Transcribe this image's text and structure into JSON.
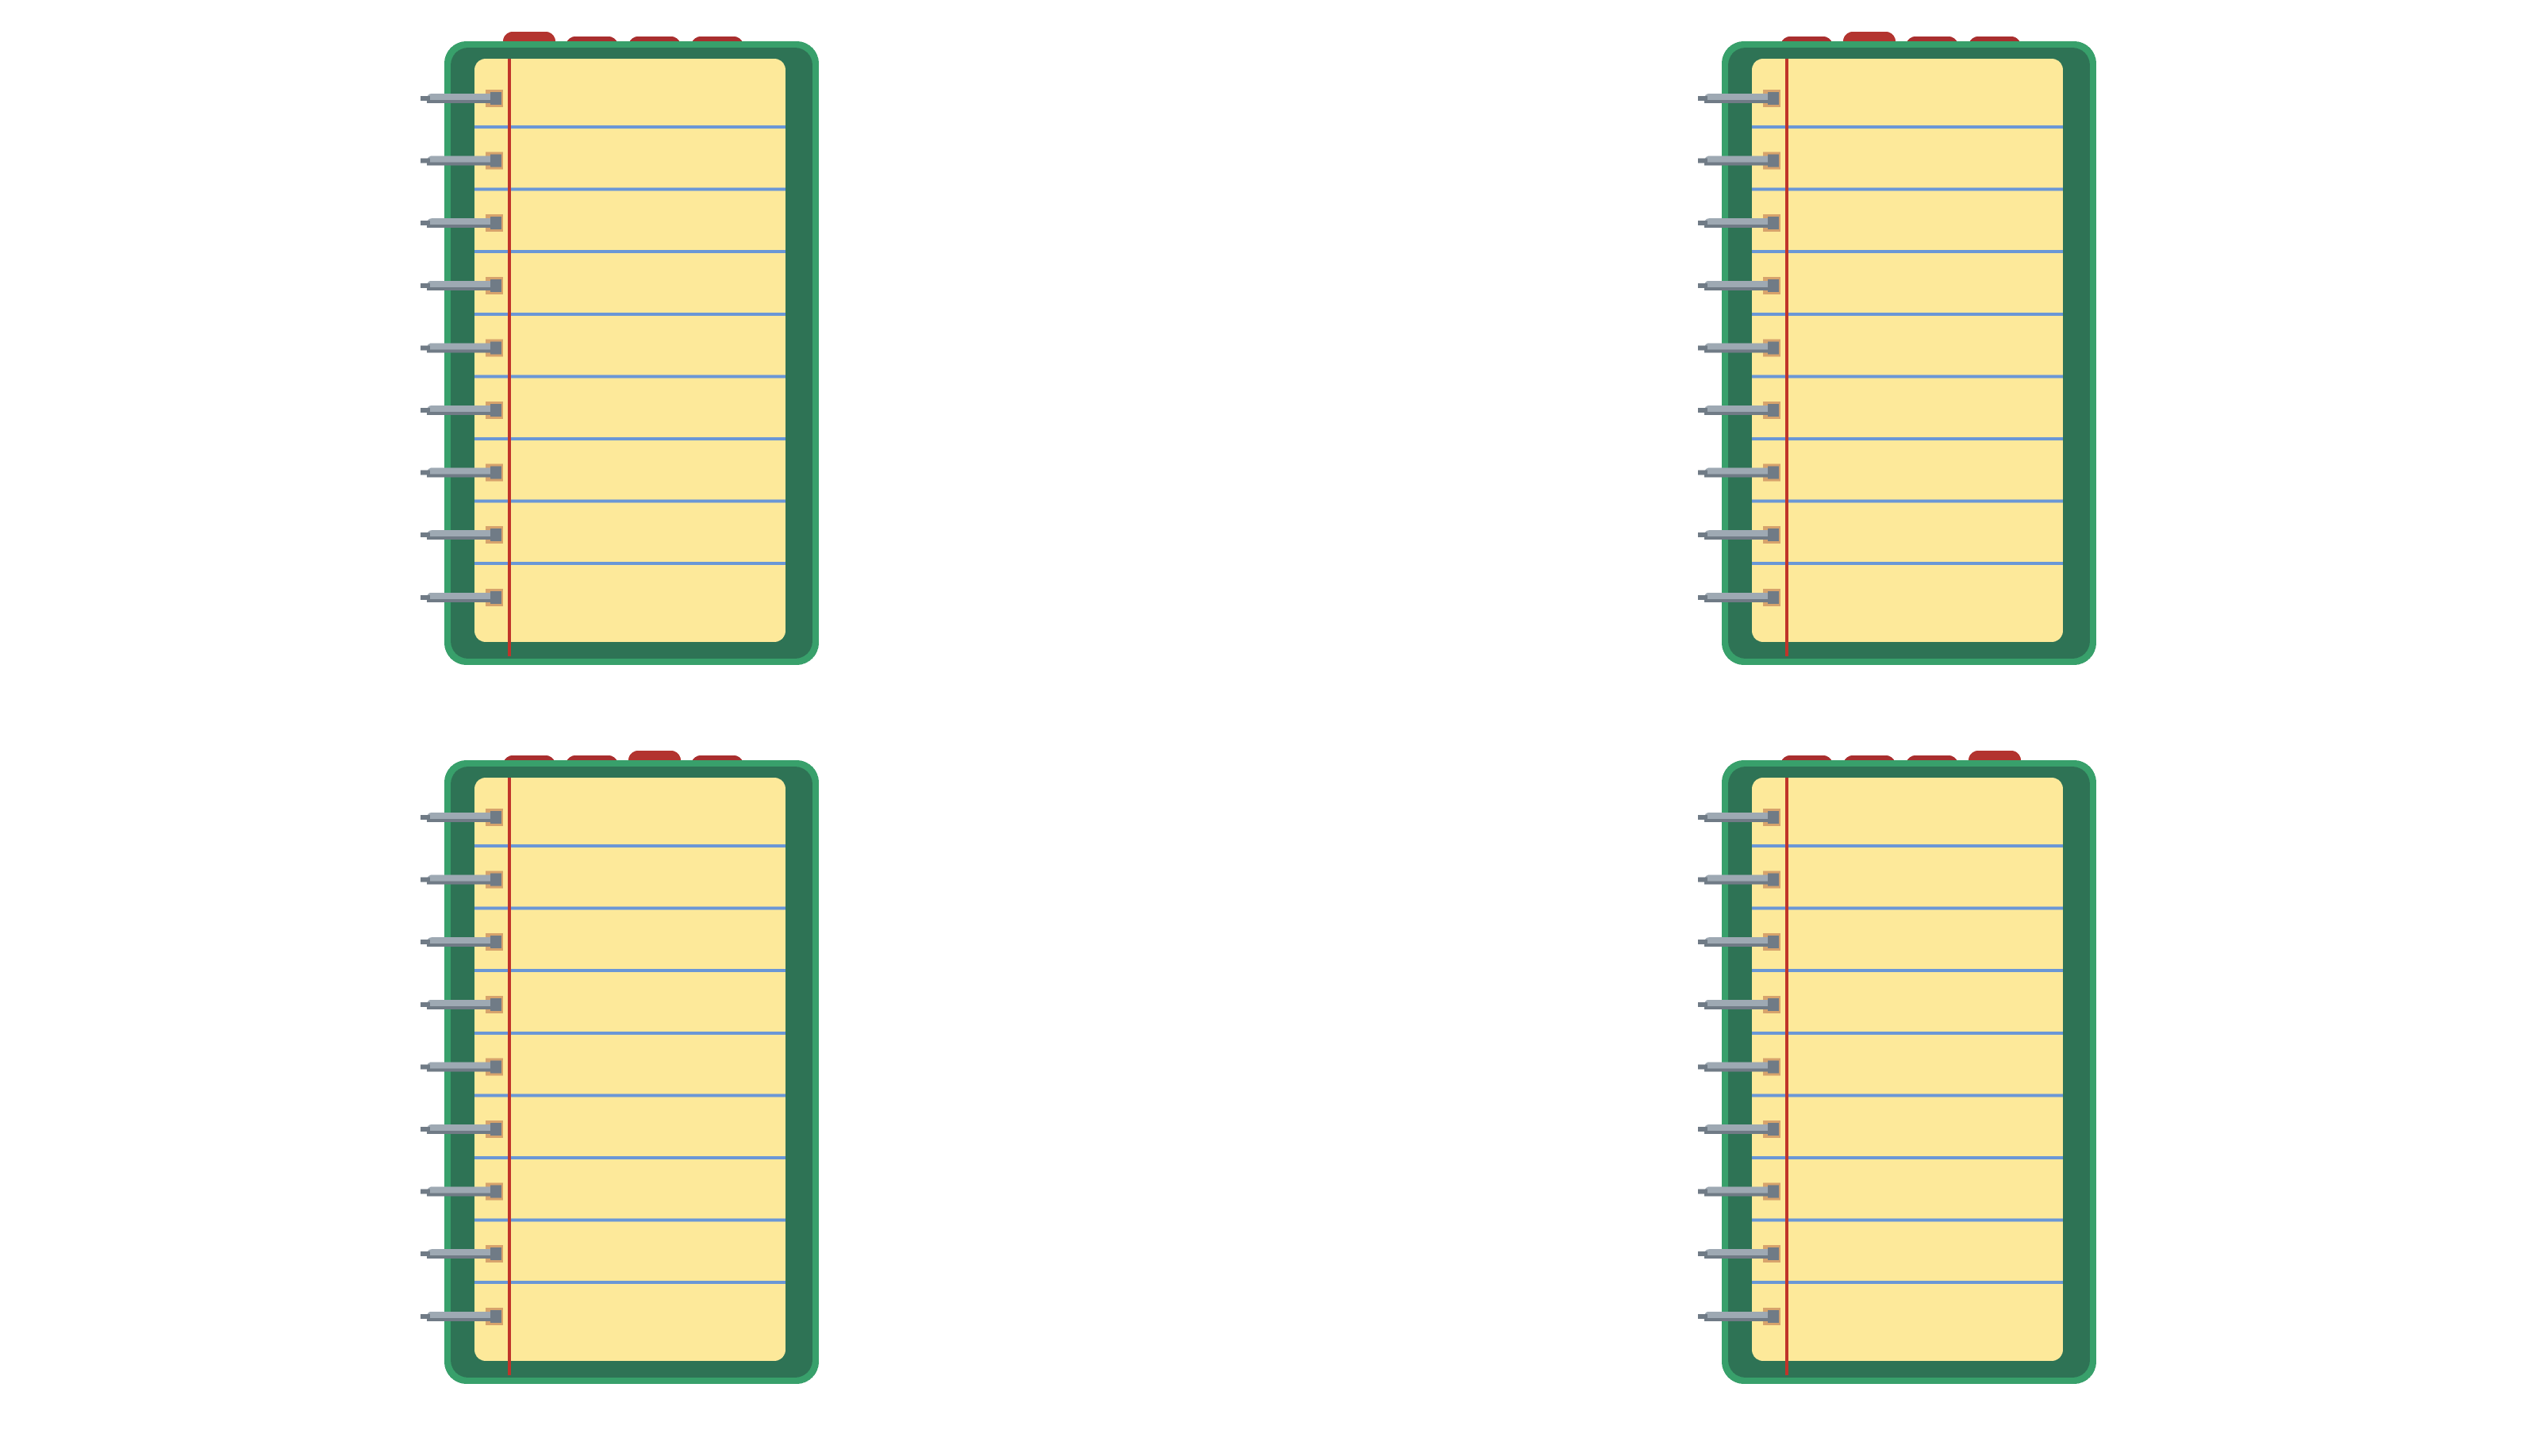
{
  "colors": {
    "background": "#ffffff",
    "cover_outer": "#2e7355",
    "cover_inner_light": "#38a06b",
    "paper": "#fde99a",
    "paper_line": "#6a97d6",
    "margin_line": "#c0342a",
    "tab": "#a92e2e",
    "tab_raised": "#b3342f",
    "ring": "#9ea9b3",
    "ring_dark": "#707b86",
    "hole": "#d7a36c"
  },
  "icons": [
    {
      "name": "notebook-icon",
      "raised_tab": 0
    },
    {
      "name": "notebook-icon",
      "raised_tab": 1
    },
    {
      "name": "notebook-icon",
      "raised_tab": 2
    },
    {
      "name": "notebook-icon",
      "raised_tab": 3
    }
  ],
  "notebook": {
    "tab_count": 4,
    "ring_count": 9,
    "ruled_line_count": 8
  }
}
